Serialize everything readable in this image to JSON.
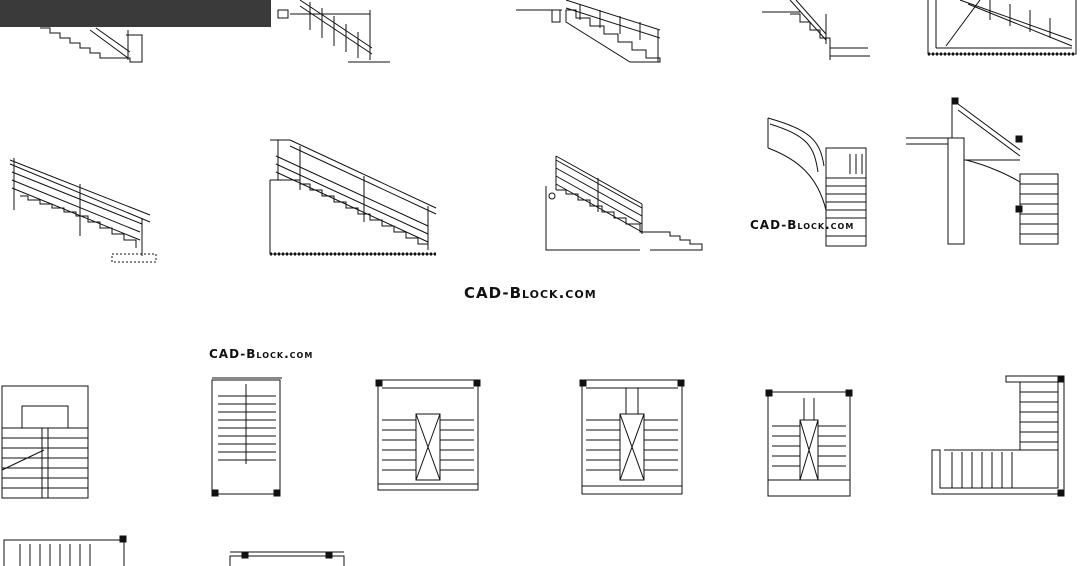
{
  "watermarks": {
    "center": "CAD-Block.com",
    "right": "CAD-Block.com",
    "left": "CAD-Block.com"
  },
  "colors": {
    "ink": "#111111",
    "bar": "#3a3a3a",
    "background": "#ffffff"
  }
}
